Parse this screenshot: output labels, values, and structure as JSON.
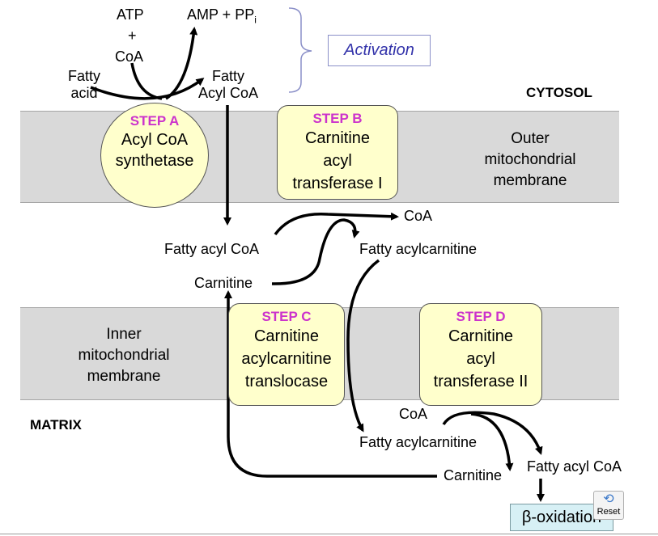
{
  "activation": {
    "reactant_atp": "ATP",
    "plus": "+",
    "reactant_coa": "CoA",
    "product_amp": "AMP + PP",
    "product_amp_sub": "i",
    "fatty_acid_line1": "Fatty",
    "fatty_acid_line2": "acid",
    "fatty_acyl_coa_line1": "Fatty",
    "fatty_acyl_coa_line2": "Acyl CoA",
    "label": "Activation"
  },
  "compartments": {
    "cytosol": "CYTOSOL",
    "outer_membrane_line1": "Outer",
    "outer_membrane_line2": "mitochondrial",
    "outer_membrane_line3": "membrane",
    "inner_membrane_line1": "Inner",
    "inner_membrane_line2": "mitochondrial",
    "inner_membrane_line3": "membrane",
    "matrix": "MATRIX"
  },
  "steps": {
    "a": {
      "label": "STEP A",
      "line1": "Acyl CoA",
      "line2": "synthetase"
    },
    "b": {
      "label": "STEP B",
      "line1": "Carnitine",
      "line2": "acyl",
      "line3": "transferase  I"
    },
    "c": {
      "label": "STEP C",
      "line1": "Carnitine",
      "line2": "acylcarnitine",
      "line3": "translocase"
    },
    "d": {
      "label": "STEP D",
      "line1": "Carnitine",
      "line2": "acyl",
      "line3": "transferase  II"
    }
  },
  "intermembrane": {
    "coa": "CoA",
    "fatty_acyl_coa": "Fatty acyl CoA",
    "fatty_acylcarnitine": "Fatty acylcarnitine",
    "carnitine": "Carnitine"
  },
  "matrix_labels": {
    "coa": "CoA",
    "fatty_acylcarnitine": "Fatty acylcarnitine",
    "carnitine": "Carnitine",
    "fatty_acyl_coa": "Fatty acyl CoA",
    "beta_oxidation": "β-oxidation"
  },
  "controls": {
    "reset_label": "Reset"
  },
  "colors": {
    "membrane": "#d9d9d9",
    "enzyme_fill": "#ffffcc",
    "step_label": "#cc33cc",
    "activation_text": "#3333aa",
    "beta_fill": "#d7f0f5"
  }
}
